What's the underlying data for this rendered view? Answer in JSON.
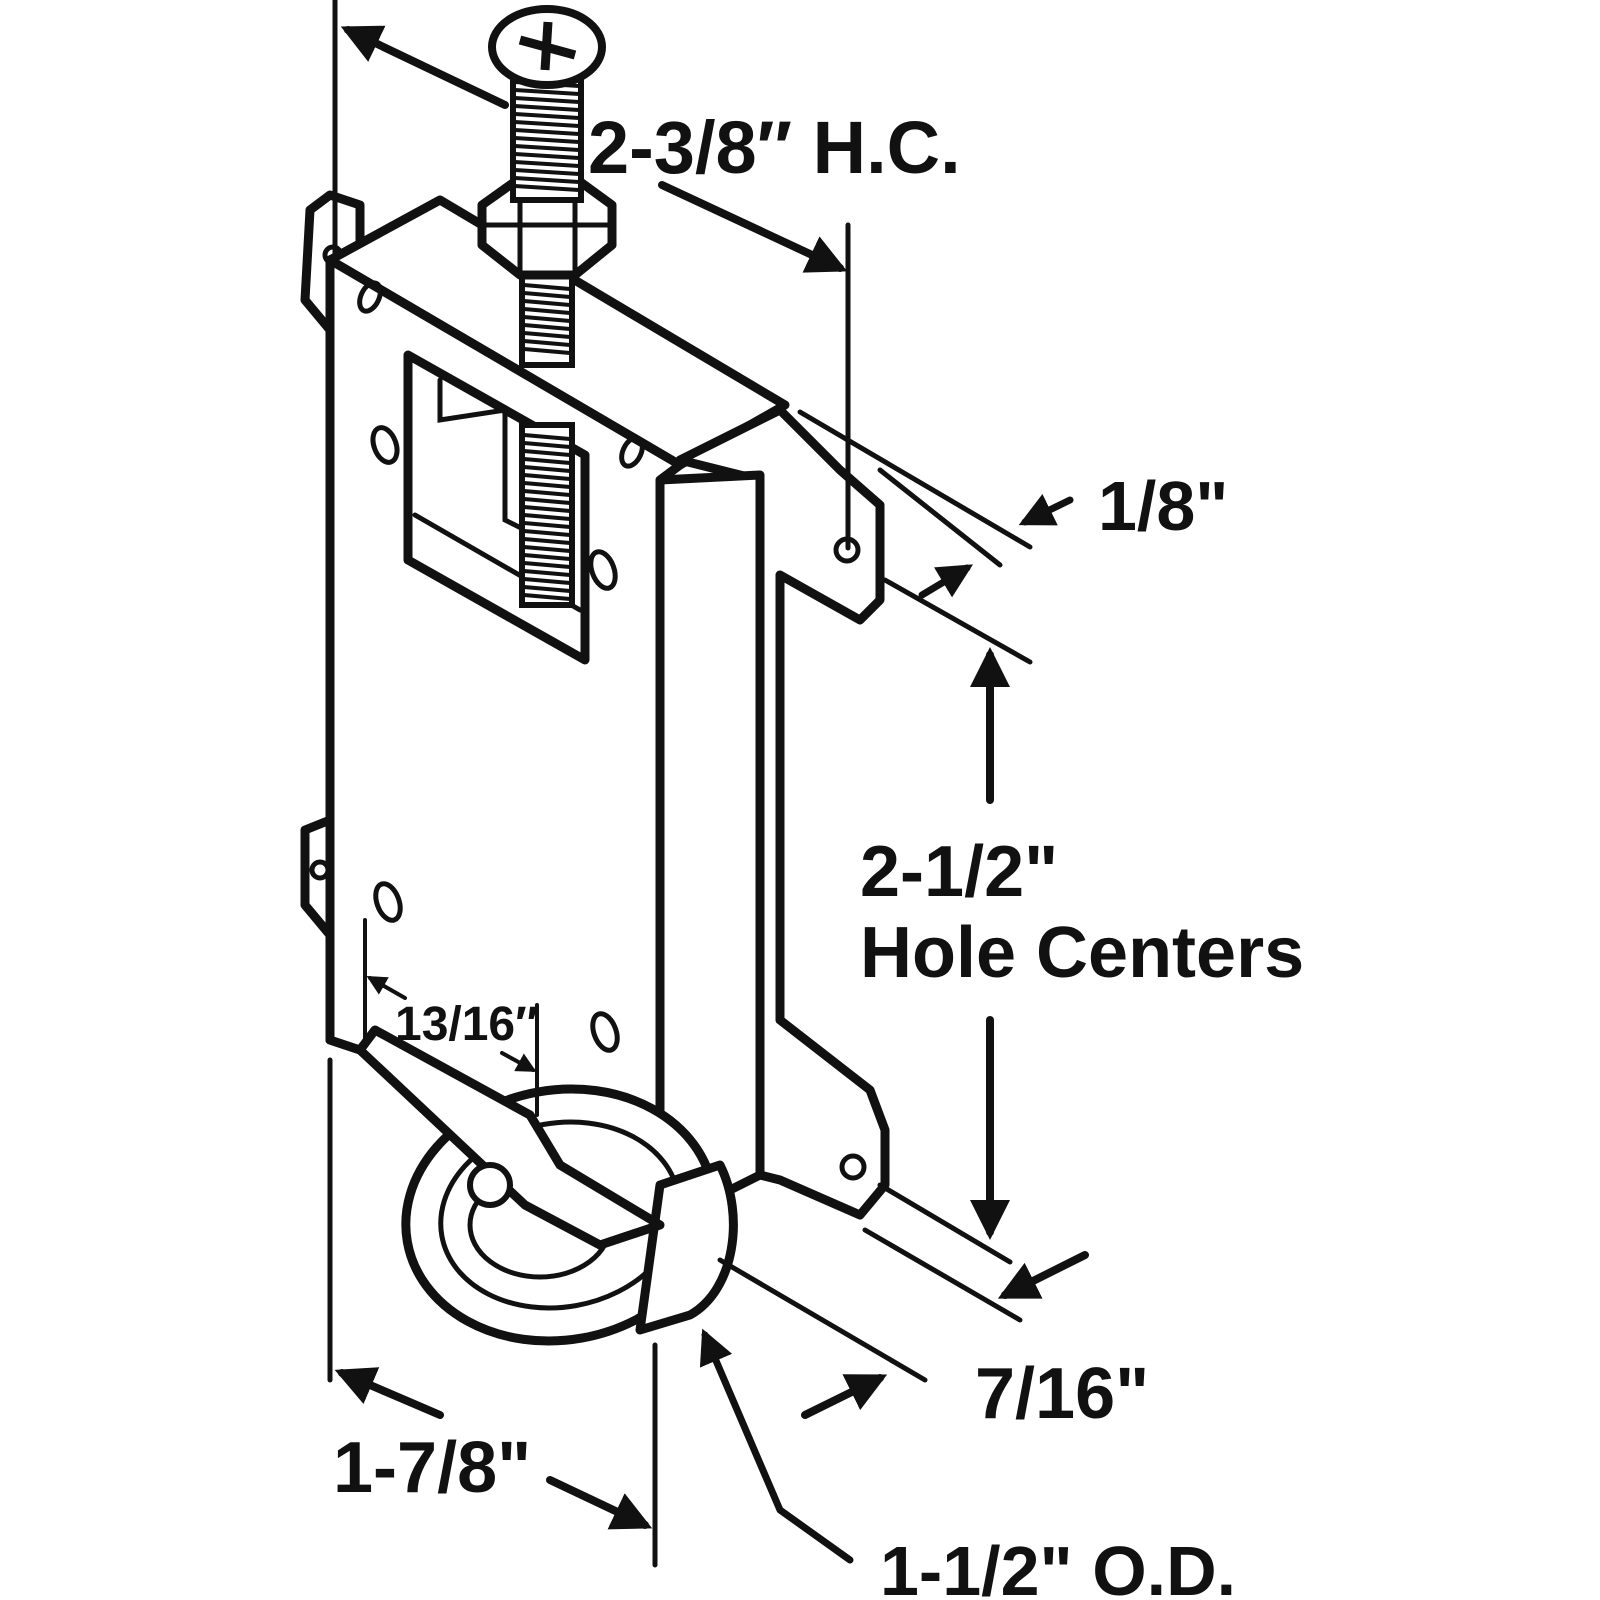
{
  "diagram": {
    "subject": "sliding door roller assembly with adjusting screw",
    "colors": {
      "ink": "#111111",
      "background": "#ffffff"
    },
    "dimensions": {
      "hole_center_top": "2-3/8″ H.C.",
      "flange_thickness": "1/8\"",
      "hole_centers_value": "2-1/2\"",
      "hole_centers_caption": "Hole Centers",
      "wheel_offset": "13/16″",
      "width": "7/16\"",
      "length": "1-7/8\"",
      "wheel_diameter": "1-1/2\" O.D."
    }
  }
}
